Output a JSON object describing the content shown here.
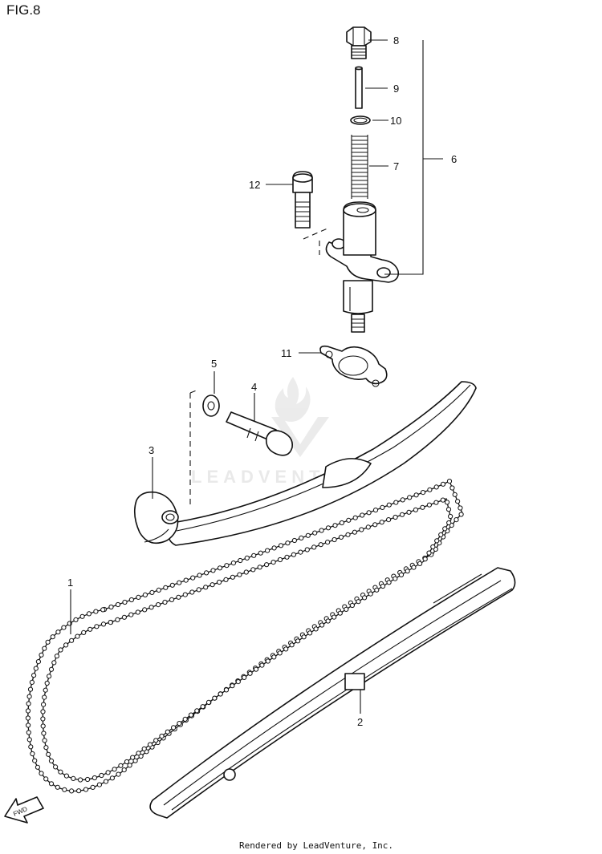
{
  "figure_title": "FIG.8",
  "footer": "Rendered by LeadVenture, Inc.",
  "watermark": "LEADVENTURE",
  "fwd_label": "FWD",
  "callouts": {
    "p1": "1",
    "p2": "2",
    "p3": "3",
    "p4": "4",
    "p5": "5",
    "p6": "6",
    "p7": "7",
    "p8": "8",
    "p9": "9",
    "p10": "10",
    "p11": "11",
    "p12": "12"
  },
  "colors": {
    "line": "#111111",
    "background": "#ffffff",
    "watermark": "#d8d8d8"
  }
}
